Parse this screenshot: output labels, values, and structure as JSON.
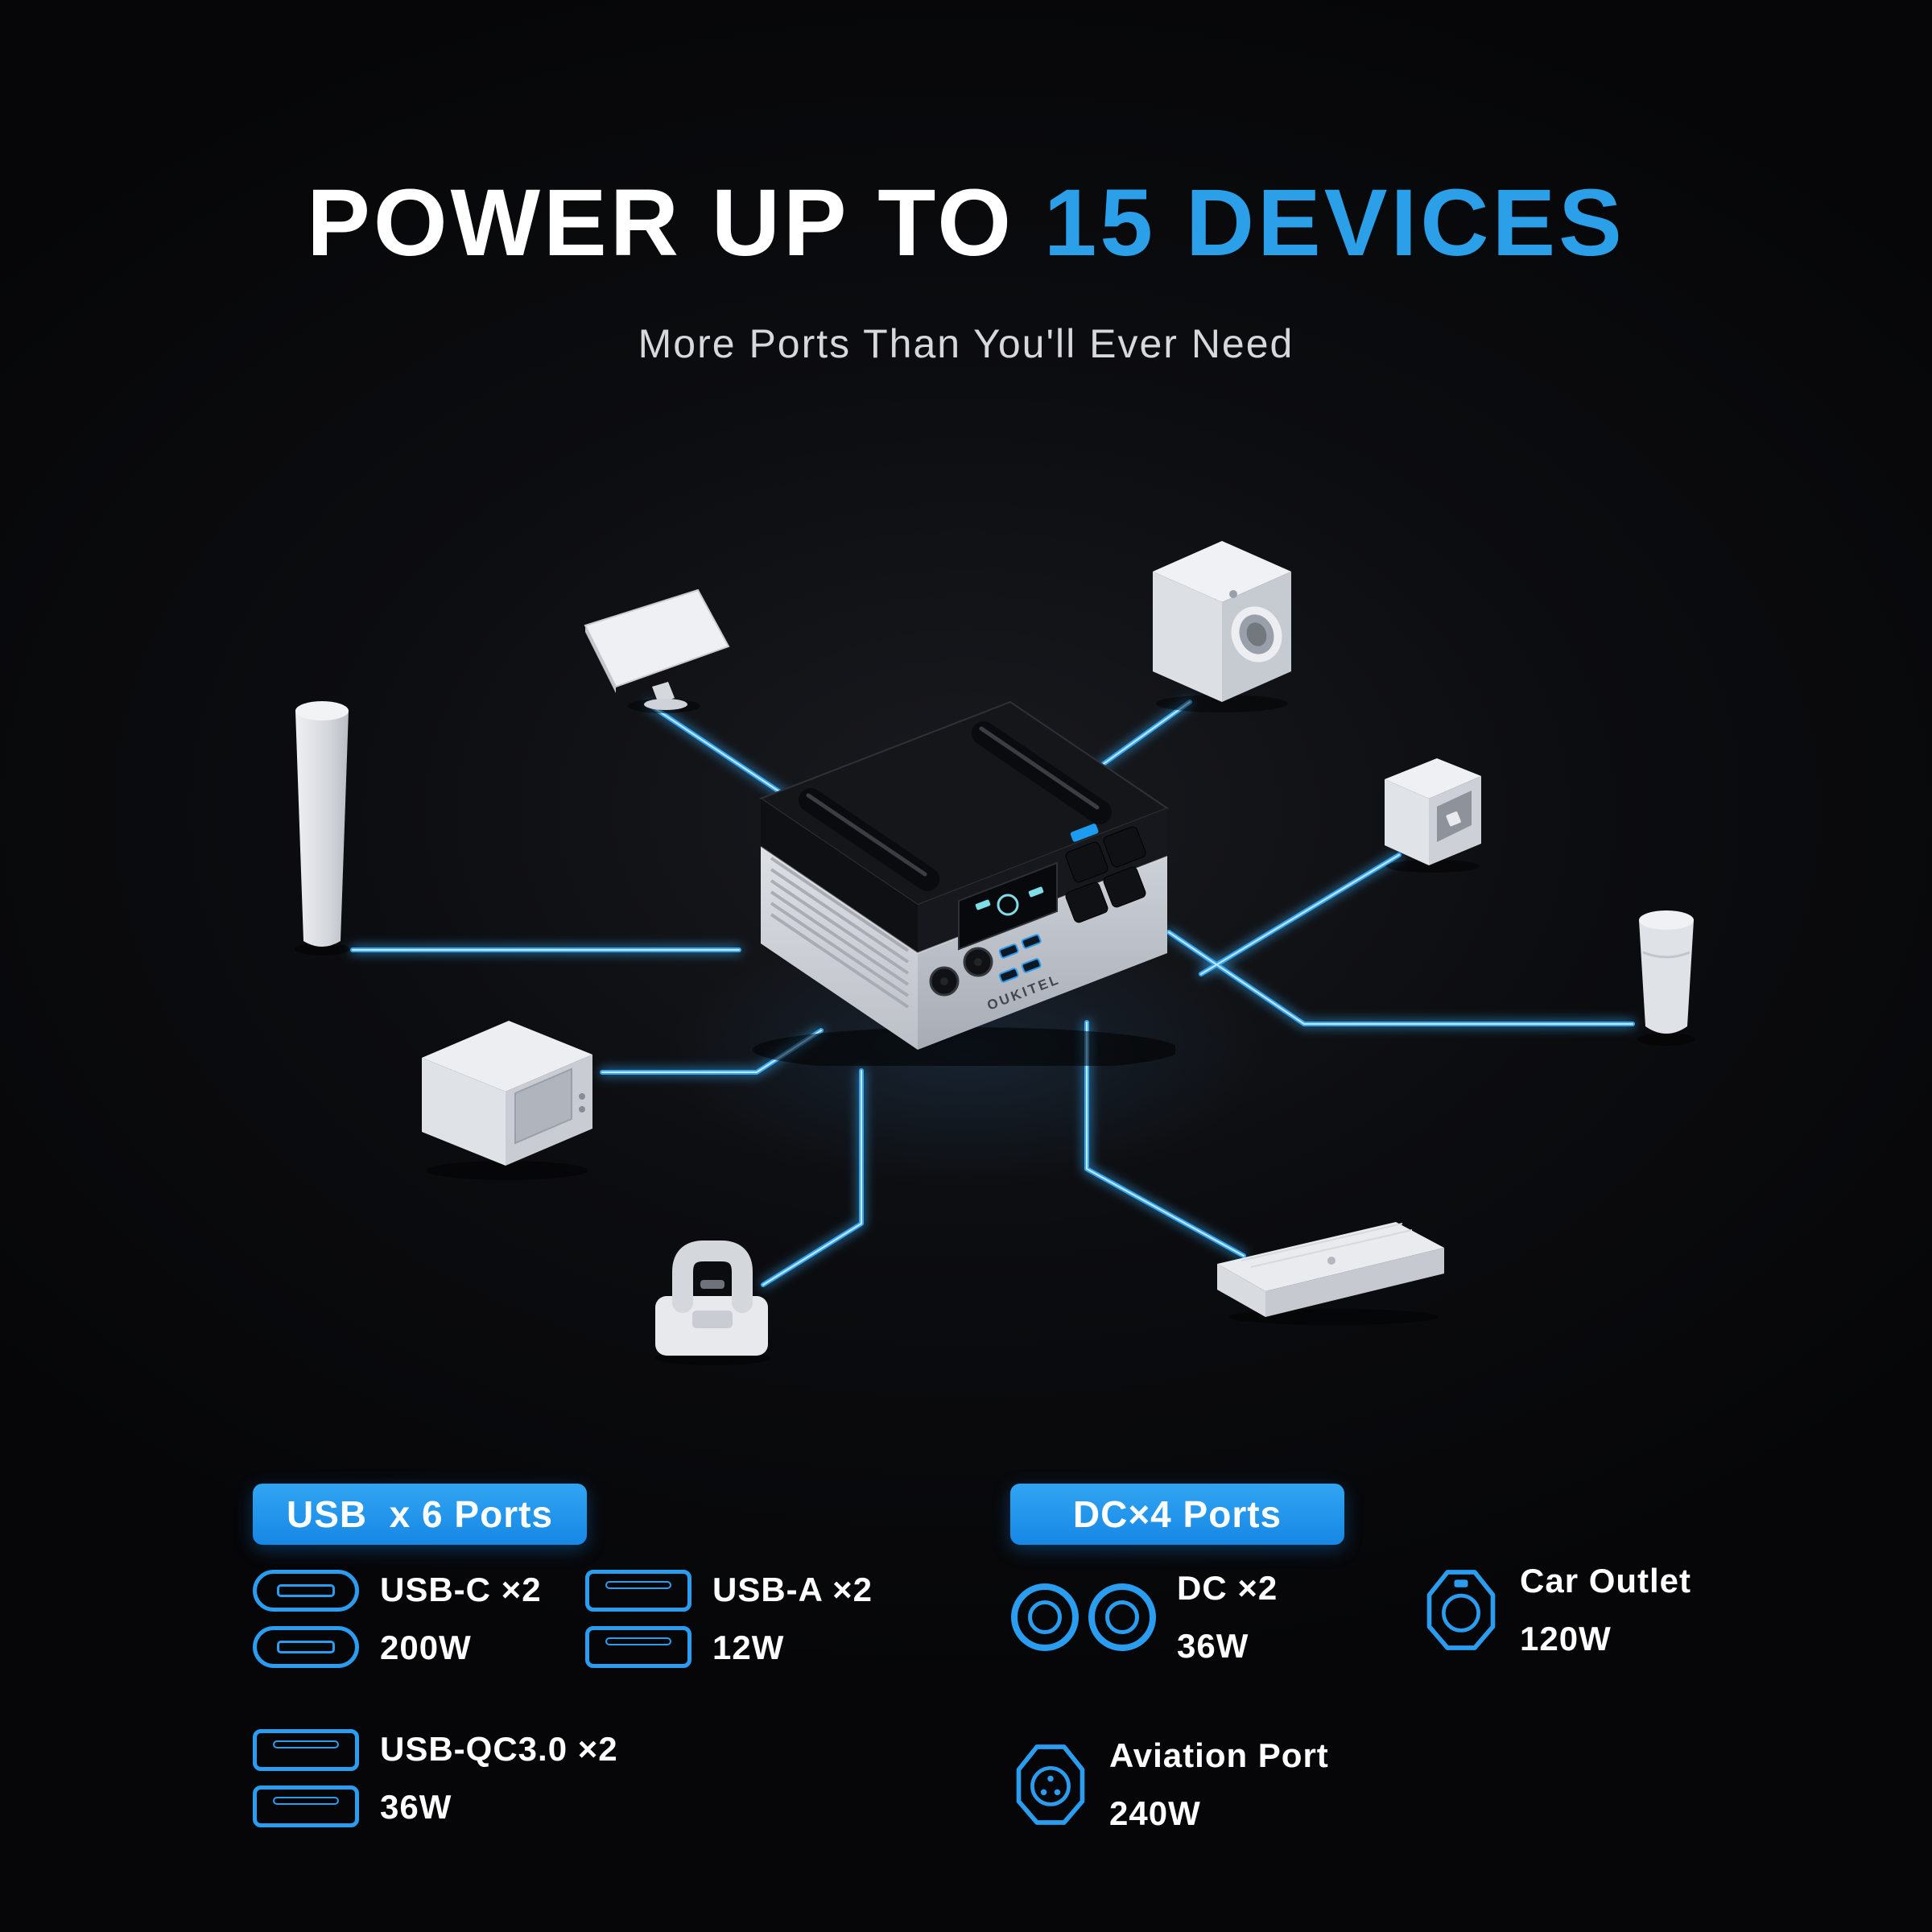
{
  "title": {
    "white": "POWER UP TO ",
    "accent": "15 DEVICES"
  },
  "subtitle": "More Ports Than You'll Ever Need",
  "colors": {
    "accent_blue": "#2b9fe8",
    "badge_blue": "#1d8fe8",
    "line_blue": "#35a7f3",
    "background": "#0c0d10"
  },
  "usb_section": {
    "badge": "USB  x 6 Ports",
    "items": [
      {
        "icon": "usb-c-port-icon",
        "label": "USB-C ×2",
        "watts": "200W"
      },
      {
        "icon": "usb-a-port-icon",
        "label": "USB-A ×2",
        "watts": "12W"
      },
      {
        "icon": "usb-qc3-port-icon",
        "label": "USB-QC3.0 ×2",
        "watts": "36W"
      }
    ]
  },
  "dc_section": {
    "badge": "DC×4 Ports",
    "items": [
      {
        "icon": "dc-port-icon",
        "label": "DC ×2",
        "watts": "36W"
      },
      {
        "icon": "car-outlet-icon",
        "label": "Car Outlet",
        "watts": "120W"
      },
      {
        "icon": "aviation-port-icon",
        "label": "Aviation Port",
        "watts": "240W"
      }
    ]
  },
  "scene": {
    "station_brand": "OUKITEL",
    "station": "power-station",
    "devices": [
      "floor-lamp",
      "monitor",
      "washing-machine",
      "coffee-maker",
      "handheld-blender",
      "microwave",
      "espresso-machine",
      "soundbar"
    ]
  }
}
